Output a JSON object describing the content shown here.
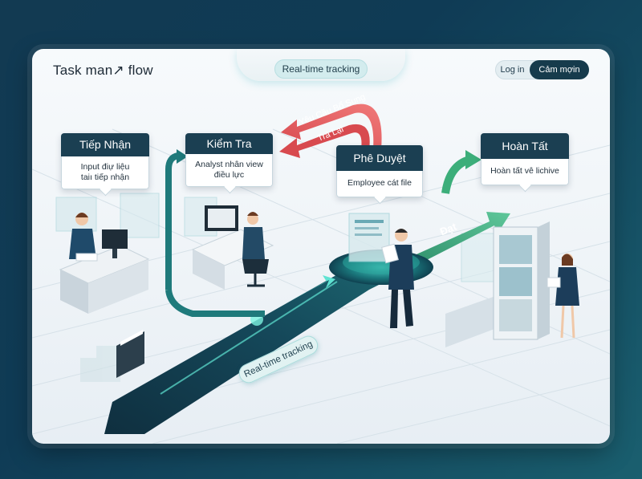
{
  "header": {
    "brand": "Task man↗ flow",
    "center_tab": "Real-time tracking",
    "login_label": "Log in",
    "signup_label": "Cảm mợin"
  },
  "stages": [
    {
      "title": "Tiếp Nhận",
      "desc1": "Input điự liệu",
      "desc2": "taiı tiếp nhận"
    },
    {
      "title": "Kiểm Tra",
      "desc1": "Analyst nhân view",
      "desc2": "điều lực"
    },
    {
      "title": "Phê Duyệt",
      "desc1": "Employee cát file",
      "desc2": ""
    },
    {
      "title": "Hoàn Tất",
      "desc1": "Hoàn tất vê lichive",
      "desc2": ""
    }
  ],
  "arrows": {
    "reject_top": "Yêu Cầu Bổ Sung",
    "reject_bottom": "Trả Lại",
    "approve": "Đạt"
  },
  "track_label": "Real-time tracking",
  "colors": {
    "header_dark": "#1b3f52",
    "teal": "#2fa39a",
    "red": "#e0575a",
    "green": "#3cae7a"
  }
}
